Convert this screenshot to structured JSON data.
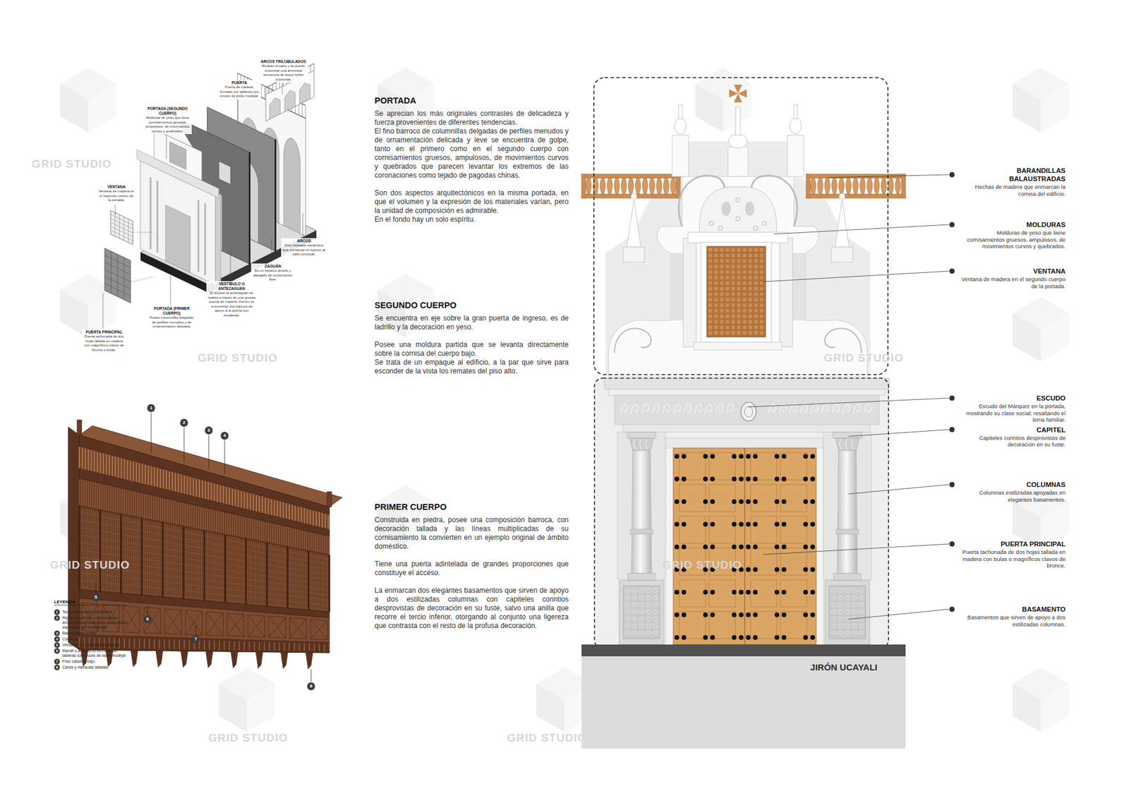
{
  "diagram": {
    "nodes": [
      {
        "text": [
          "JIRÓN UCAYALI"
        ]
      },
      {
        "text": [
          "1"
        ]
      },
      {
        "text": [
          "2"
        ]
      },
      {
        "text": [
          "3"
        ]
      },
      {
        "text": [
          "4"
        ]
      },
      {
        "text": [
          "5"
        ]
      },
      {
        "text": [
          "6"
        ]
      },
      {
        "text": [
          "7"
        ]
      },
      {
        "text": [
          "8"
        ]
      },
      {
        "text": [
          "1"
        ]
      },
      {
        "text": [
          "2"
        ]
      },
      {
        "text": [
          "3"
        ]
      },
      {
        "text": [
          "4"
        ]
      },
      {
        "text": [
          "5"
        ]
      },
      {
        "text": [
          "6"
        ]
      },
      {
        "text": [
          "7"
        ]
      },
      {
        "text": [
          "8"
        ]
      }
    ],
    "labels": [
      "PORTADA",
      "Se aprecian los más originales contrastes de delicadeza y fuerza provenientes de diferentes tendencias.",
      "El fino barroco de columnillas delgadas de perfiles menudos y de ornamentación delicada y leve se encuentra de golpe, tanto en el primero como en el segundo cuerpo con cornisamientos gruesos, ampulosos, de movimientos curvos y quebrados que parecen levantar los extremos de las coronaciones como tejado de pagodas chinas.",
      "Son dos aspectos arquitectónicos en la misma portada, en que el volumen y la expresión de los materiales varían, pero la unidad de composición es admirable.",
      "En el fondo hay un solo espíritu.",
      "SEGUNDO CUERPO",
      "Se encuentra en eje sobre la gran puerta de ingreso, es de ladrillo y la decoración en yeso.",
      "Posee una moldura partida que se levanta directamente sobre la cornisa del cuerpo bajo.",
      "Se trata de un empaque al edificio, a la par que sirve para esconder de la vista los remates del piso alto.",
      "PRIMER CUERPO",
      "Construida en piedra, posee una composición barroca, con decoración tallada y las líneas multiplicadas de su cornisamiento la convierten en un ejemplo original de ámbito doméstico.",
      "Tiene una puerta adintelada de grandes proporciones que constituye el acceso.",
      "La enmarcan dos elegantes basamentos que sirven de apoyo a dos estilizadas columnas con capiteles corintios desprovistas de decoración en su fuste, salvo una anilla que recorre el tercio inferior, otorgando al conjunto una ligereza que contrasta con el resto de la profusa decoración.",
      "BARANDILLAS BALAUSTRADAS",
      "Hechas de madera que enmarcan la cornisa del edificio.",
      "MOLDURAS",
      "Molduras de yeso que tiene cornisamientos gruesos, ampulosos, de movimientos curvos y quebrados.",
      "VENTANA",
      "Ventana de madera en el segundo cuerpo de la portada.",
      "ESCUDO",
      "Escudo del Márquez en la portada, mostrando su clase social; resaltando el lema familiar.",
      "CAPITEL",
      "Capiteles corintios desprovistas de decoración en su fuste.",
      "COLUMNAS",
      "Columnas estilizadas apoyadas en elegantes basamentos.",
      "PUERTA PRINCIPAL",
      "Puerta tachonada de dos hojas tallada en madera con bulas o magníficos clavos de bronce.",
      "BASAMENTO",
      "Basamentos que sirven de apoyo a dos estilizadas columnas.",
      "ARCOS TRILOBULADOS",
      "Rodean el patio y se puede encontrar una armónica secuencia de arcos sobre columnas.",
      "PUERTA",
      "Puerta de madera, formado por tableros con cruces de estilo mudéjar.",
      "PORTADA (SEGUNDO CUERPO)",
      "Molduras de yeso que tiene cornisamientos gruesos, ampulosos, de movimientos curvos y quebrados.",
      "VENTANA",
      "Ventana de madera en el segundo cuerpo de la portada.",
      "ARCOS",
      "Arco rebajado escarzano que enmarcan el ingreso al patio principal.",
      "ZAGUÁN",
      "Es un espacio amplio y alargado de composición libre.",
      "VESTÍBULO O ANTEZAGUÁN",
      "El acceso al antezaguán se realiza a través de una gruesa puerta de madera. Dentro se encuentran dos bancos de apoyo a la puerta con escaleras.",
      "PORTADA (PRIMER CUERPO)",
      "Posee columnillas delgadas de perfiles menudos y de ornamentación delicada.",
      "PUERTA PRINCIPAL",
      "Puerta tachonada de dos hojas tallada en madera con magníficos clavos de bronce o bulas.",
      "LEYENDA",
      "GRID STUDIO",
      "GRID STUDIO",
      "GRID STUDIO",
      "GRID STUDIO",
      "GRID STUDIO",
      "GRID STUDIO",
      "GRID STUDIO",
      "GRID STUDIO"
    ],
    "legend": [
      {
        "text": "Techo artesonado de madera."
      },
      {
        "text": "Rejilla o sobreluz compuesta por andanadas de balaustres salomónicos separadas por modillones."
      },
      {
        "text": "Balaustradas cortas."
      },
      {
        "text": "Cornisas."
      },
      {
        "text": "Ventanas con celosías mudéjares."
      },
      {
        "text": "Mandil o antepecho formado por tableras con cruces de estilo mudéjar."
      },
      {
        "text": "Friso calado y bajo."
      },
      {
        "text": "Canes y ménsulas talladas."
      }
    ]
  }
}
